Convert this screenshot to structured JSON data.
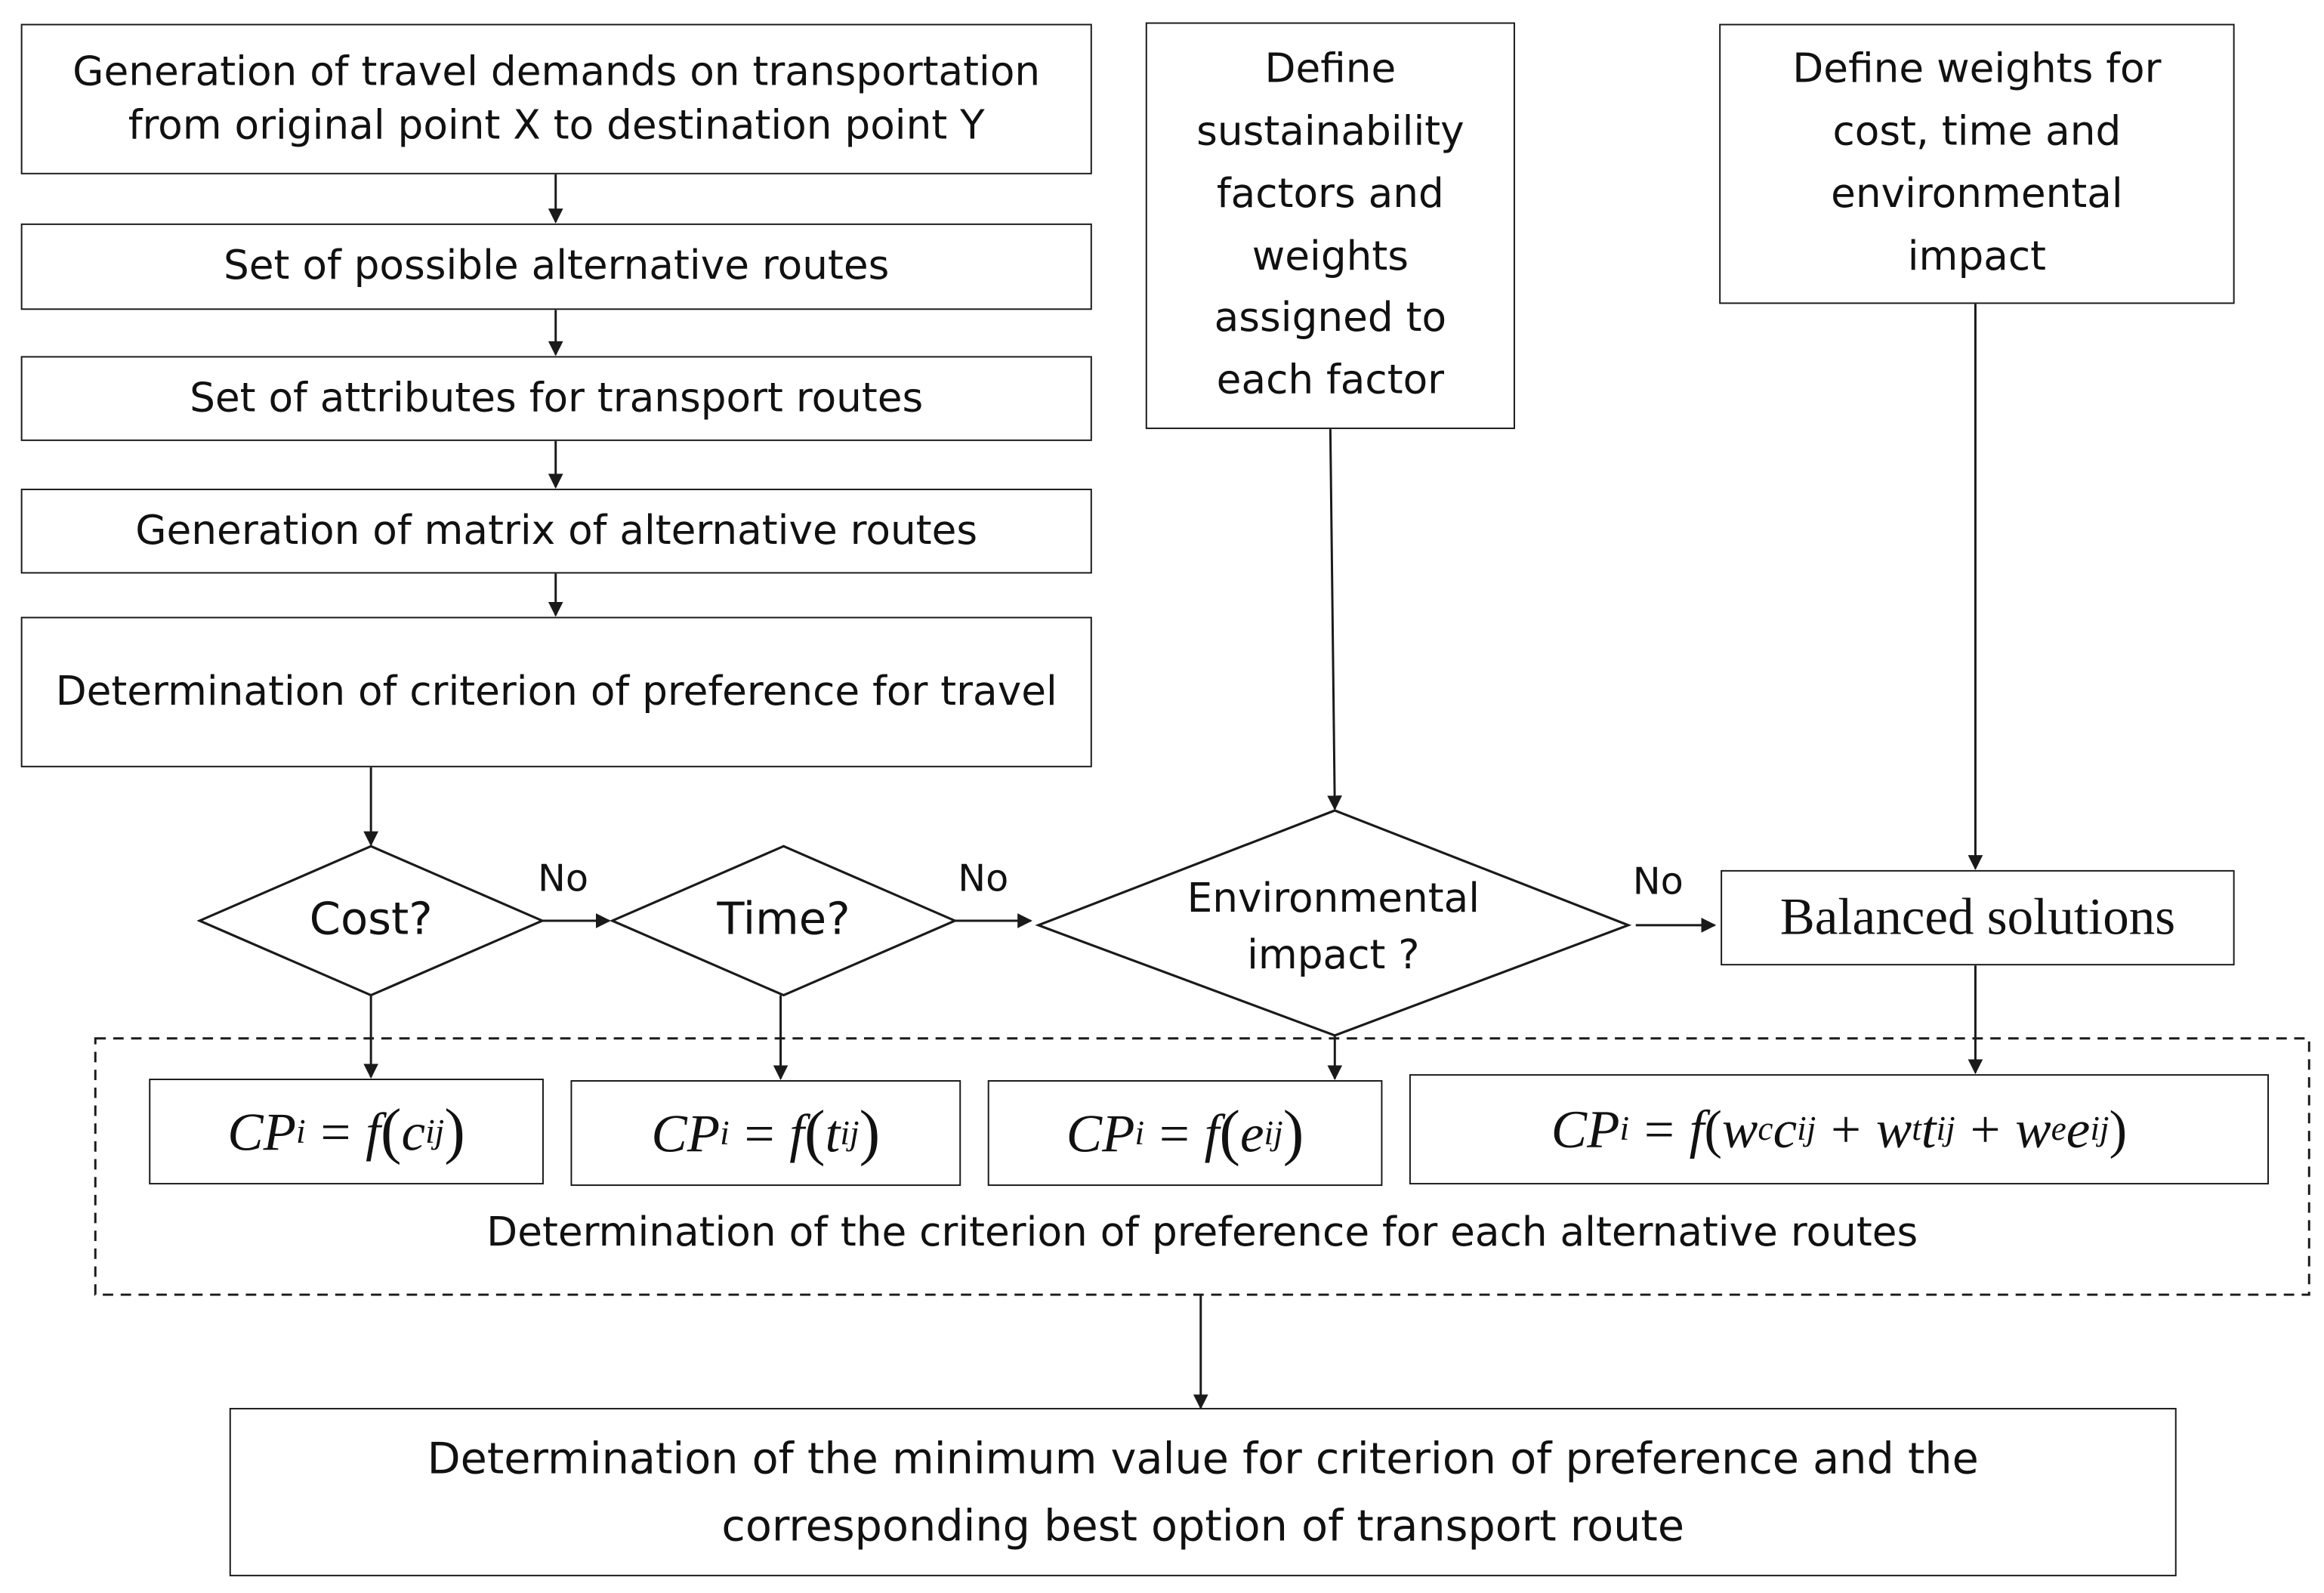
{
  "boxes": {
    "generation": "Generation of travel demands on transportation from original point X to destination point Y",
    "routes": "Set of possible alternative routes",
    "attributes": "Set of attributes for transport routes",
    "matrix": "Generation of matrix of alternative routes",
    "criterion": "Determination of criterion of preference for travel",
    "sustainability": "Define sustainability factors and weights assigned to each factor",
    "weights": "Define weights for cost, time and environmental impact",
    "balanced": "Balanced solutions",
    "final": "Determination of the minimum value for criterion of preference and the corresponding best option of transport route"
  },
  "decisions": {
    "cost": "Cost?",
    "time": "Time?",
    "env_line1": "Environmental",
    "env_line2": "impact ?"
  },
  "labels": {
    "no": "No"
  },
  "formulas": {
    "cp": "CP",
    "i": "i",
    "eq": "=",
    "f": "f",
    "ij": "ij",
    "cost_var": "c",
    "time_var": "t",
    "env_var": "e",
    "w": "w",
    "plus": "+"
  },
  "group_caption": "Determination of the criterion of preference for each alternative routes"
}
